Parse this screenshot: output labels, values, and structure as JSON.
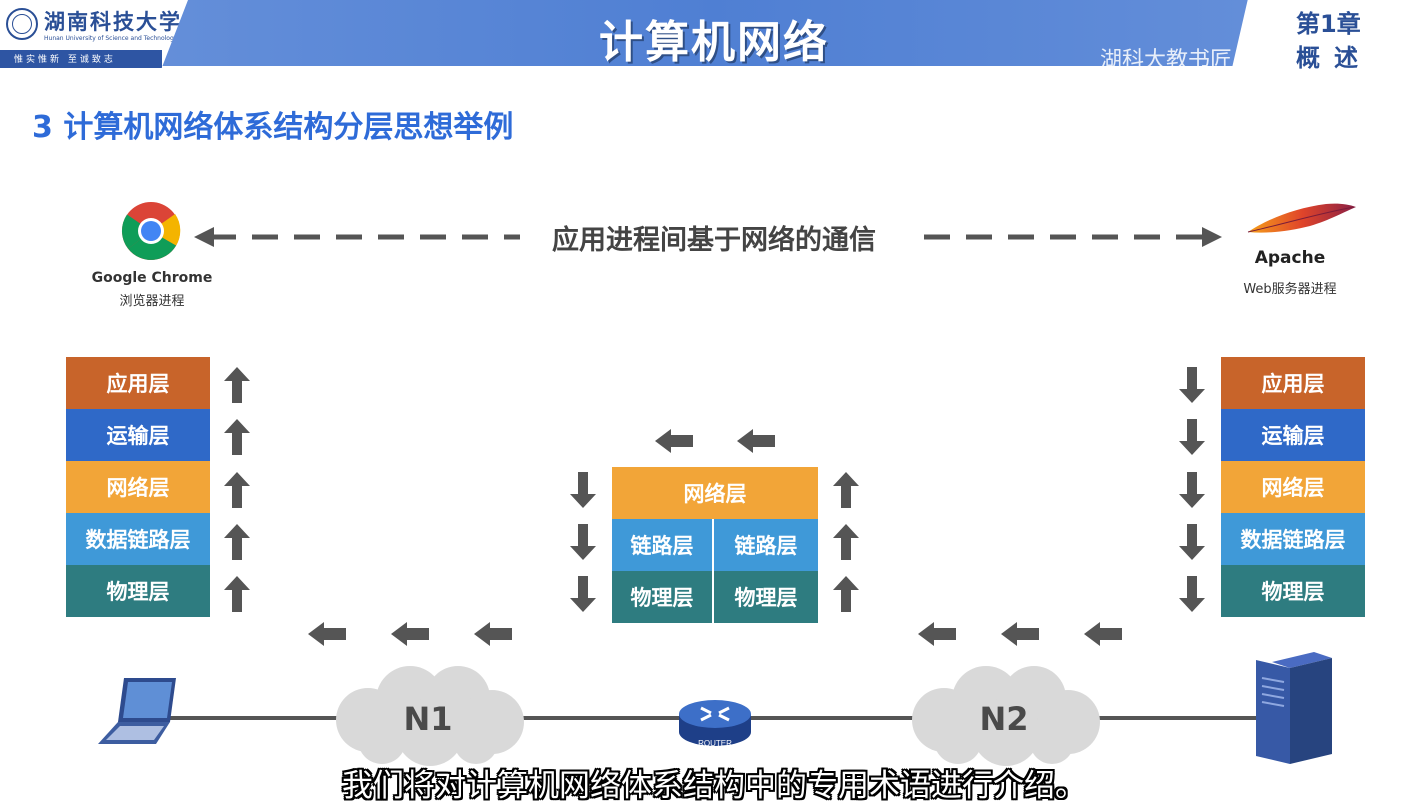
{
  "header": {
    "university_name": "湖南科技大学",
    "university_en": "Hunan University of Science and Technology",
    "motto": "惟实惟新 至诚致志",
    "course_title": "计算机网络",
    "watermark": "湖科大教书匠",
    "chapter_number": "第1章",
    "chapter_name": "概述"
  },
  "section_title": "3 计算机网络体系结构分层思想举例",
  "communication": {
    "text": "应用进程间基于网络的通信",
    "client": {
      "name": "Google Chrome",
      "role": "浏览器进程"
    },
    "server": {
      "name": "Apache",
      "role": "Web服务器进程"
    }
  },
  "left_stack": [
    "应用层",
    "运输层",
    "网络层",
    "数据链路层",
    "物理层"
  ],
  "router_stack": {
    "top": "网络层",
    "left_link": "链路层",
    "right_link": "链路层",
    "left_phy": "物理层",
    "right_phy": "物理层"
  },
  "right_stack": [
    "应用层",
    "运输层",
    "网络层",
    "数据链路层",
    "物理层"
  ],
  "network": {
    "cloud1": "N1",
    "cloud2": "N2",
    "router_label": "ROUTER"
  },
  "subtitle": "我们将对计算机网络体系结构中的专用术语进行介绍。",
  "colors": {
    "application": "#c8642a",
    "transport": "#2f69c8",
    "network": "#f2a538",
    "datalink": "#3f99d8",
    "physical": "#2e7c80",
    "arrow": "#555555",
    "title_blue": "#2e6bd8"
  }
}
